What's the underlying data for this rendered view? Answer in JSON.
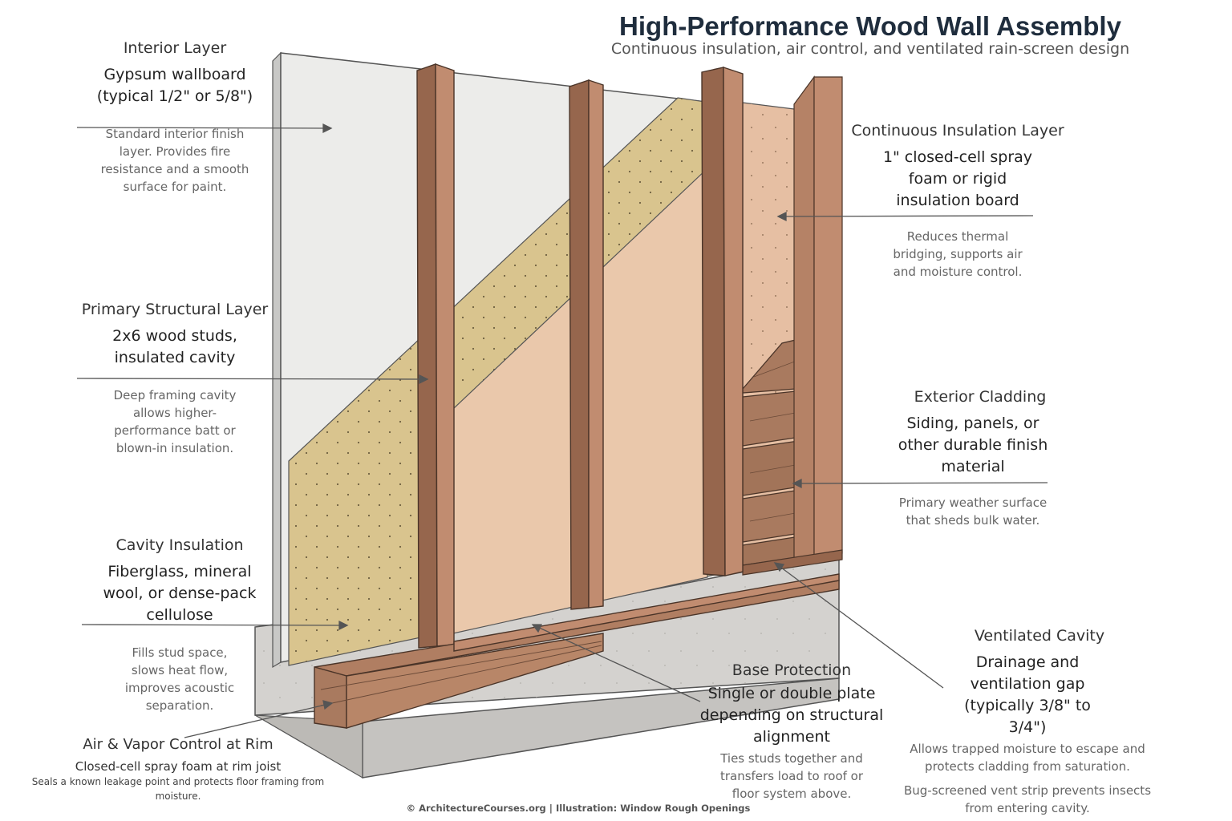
{
  "title": "High-Performance Wood Wall Assembly",
  "subtitle": "Continuous insulation, air control, and ventilated rain-screen design",
  "callouts": {
    "interior": {
      "heading": "Interior Layer",
      "spec": "Gypsum wallboard (typical 1/2\" or 5/8\")",
      "desc": "Standard interior finish layer. Provides fire resistance and a smooth surface for paint."
    },
    "structural": {
      "heading": "Primary Structural Layer",
      "spec": "2x6 wood studs, insulated cavity",
      "desc": "Deep framing cavity allows higher-performance batt or blown-in insulation."
    },
    "cavity": {
      "heading": "Cavity Insulation",
      "spec": "Fiberglass, mineral wool, or dense-pack cellulose",
      "desc": "Fills stud space, slows heat flow, improves acoustic separation."
    },
    "rim": {
      "heading": "Air & Vapor Control at Rim",
      "spec": "Closed-cell spray foam at rim joist",
      "desc": "Seals a known leakage point and protects floor framing from moisture."
    },
    "base": {
      "heading": "Base Protection",
      "spec": "Single or double plate depending on structural alignment",
      "desc": "Ties studs together and transfers load to roof or floor system above."
    },
    "vent": {
      "heading": "Ventilated Cavity",
      "spec": "Drainage and ventilation gap (typically 3/8\" to 3/4\")",
      "desc": "Allows trapped moisture to escape and protects cladding from saturation.",
      "desc2": "Bug-screened vent strip prevents insects from entering cavity."
    },
    "ci": {
      "heading": "Continuous Insulation Layer",
      "spec": "1\" closed-cell spray foam or rigid insulation board",
      "desc": "Reduces thermal bridging, supports air and moisture control."
    },
    "cladding": {
      "heading": "Exterior Cladding",
      "spec": "Siding, panels, or other durable finish material",
      "desc": "Primary weather surface that sheds bulk water."
    }
  },
  "footer": "© ArchitectureCourses.org | Illustration: Window Rough Openings",
  "colors": {
    "gypsum": "#ececea",
    "batt": "#d9c48e",
    "sheathing": "#eac8ab",
    "stud": "#c18c70",
    "stud_dark": "#96664d",
    "foam": "#e6bfa3",
    "cladding": "#a97a5f",
    "concrete": "#d4d2cf",
    "leader": "#555555"
  }
}
